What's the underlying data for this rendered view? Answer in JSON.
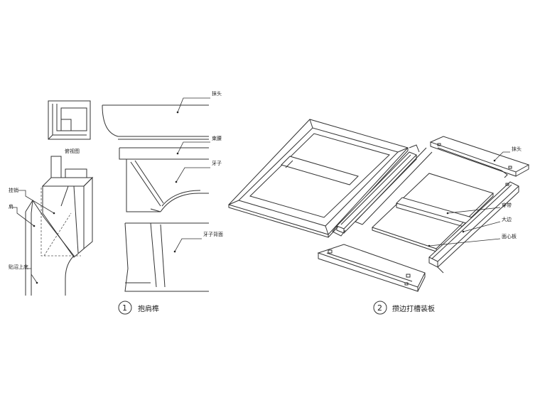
{
  "figure1": {
    "caption_number": "1",
    "caption": "抱肩榫",
    "labels": {
      "top_detail": "俯视图",
      "left_1": "挂销",
      "left_2": "肩",
      "left_3": "贴沼上底",
      "right_1": "抹头",
      "right_2": "束腰",
      "right_3": "牙子",
      "right_4": "牙子背面"
    }
  },
  "figure2": {
    "caption_number": "2",
    "caption": "攒边打槽装板",
    "labels": {
      "l1": "抹头",
      "l2": "穿带",
      "l3": "大边",
      "l4": "面心板"
    }
  }
}
